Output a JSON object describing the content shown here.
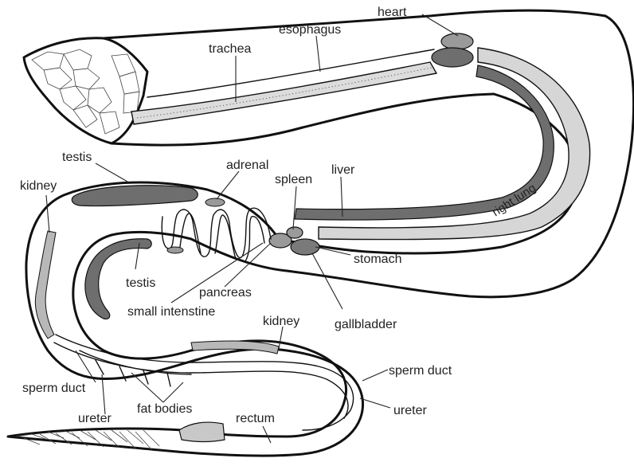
{
  "diagram": {
    "labels": {
      "heart": "heart",
      "esophagus": "esophagus",
      "trachea": "trachea",
      "testis_top": "testis",
      "kidney_left": "kidney",
      "adrenal": "adrenal",
      "spleen": "spleen",
      "liver": "liver",
      "right_lung": "right lung",
      "stomach": "stomach",
      "testis_mid": "testis",
      "pancreas": "pancreas",
      "small_intestine": "small intenstine",
      "kidney_mid": "kidney",
      "gallbladder": "gallbladder",
      "sperm_duct_right": "sperm duct",
      "sperm_duct_left": "sperm duct",
      "fat_bodies": "fat bodies",
      "ureter_left": "ureter",
      "rectum": "rectum",
      "ureter_right": "ureter"
    },
    "colors": {
      "outline": "#111111",
      "organ_dark": "#6e6e6e",
      "organ_mid": "#9a9a9a",
      "lung_fill": "#d6d6d6",
      "background": "#ffffff"
    }
  }
}
